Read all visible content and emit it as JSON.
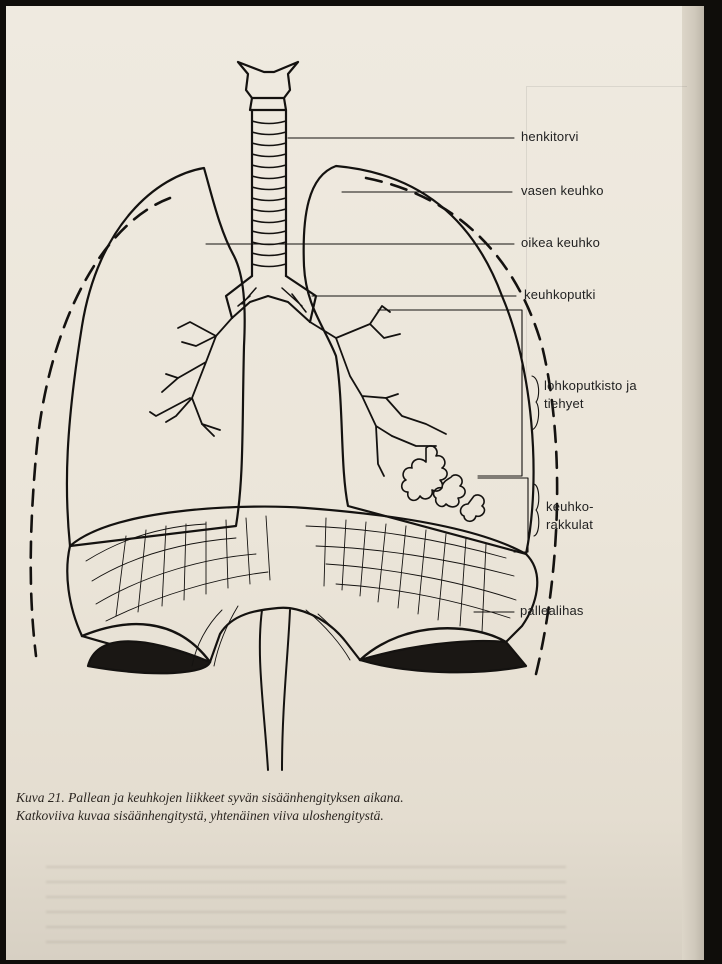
{
  "labels": {
    "trachea": "henkitorvi",
    "left_lung": "vasen keuhko",
    "right_lung": "oikea keuhko",
    "bronchus": "keuhkoputki",
    "lobar_bronchi_line1": "lohkoputkisto ja",
    "lobar_bronchi_line2": "tiehyet",
    "alveoli_line1": "keuhko-",
    "alveoli_line2": "rakkulat",
    "diaphragm": "pallealihas"
  },
  "caption": {
    "line1": "Kuva 21. Pallean ja keuhkojen liikkeet syvän sisäänhengityksen aikana.",
    "line2": "Katkoviiva kuvaa sisäänhengitystä, yhtenäinen viiva uloshengitystä."
  },
  "colors": {
    "paper": "#ebe5d9",
    "ink": "#141210",
    "background": "#0f0d0a"
  }
}
